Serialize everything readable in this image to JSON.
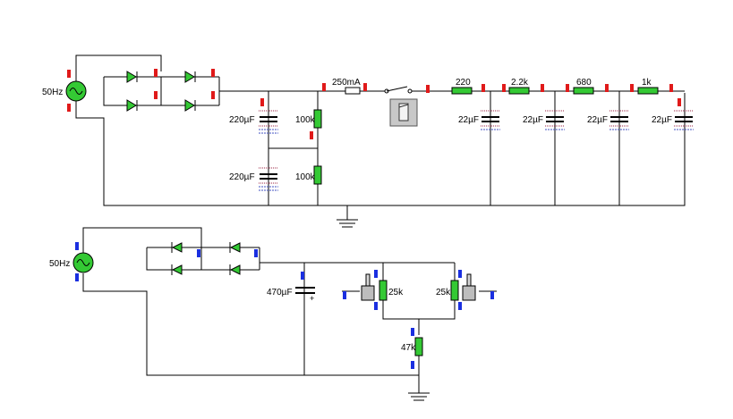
{
  "top_circuit": {
    "source_label": "50Hz",
    "fuse_label": "250mA",
    "cap_upper_label": "220µF",
    "cap_lower_label": "220µF",
    "res_upper_label": "100k",
    "res_lower_label": "100k",
    "chain_resistors": [
      "220",
      "2.2k",
      "680",
      "1k"
    ],
    "chain_capacitors": [
      "22µF",
      "22µF",
      "22µF",
      "22µF"
    ]
  },
  "bottom_circuit": {
    "source_label": "50Hz",
    "cap_label": "470µF",
    "pot_left_label": "25k",
    "pot_right_label": "25k",
    "res_label": "47k"
  },
  "colors": {
    "wire": "#000000",
    "component_fill": "#34c934",
    "probe_top": "#e01a1a",
    "probe_bottom": "#1a2fe0"
  }
}
